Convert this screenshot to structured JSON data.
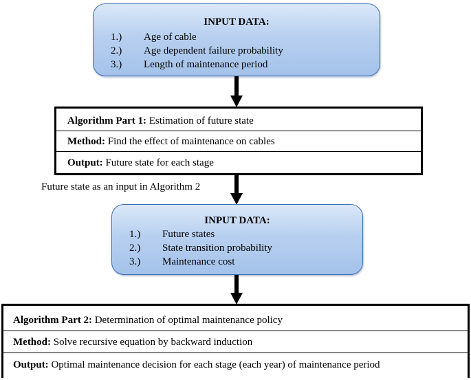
{
  "input1": {
    "title": "INPUT DATA:",
    "items": [
      {
        "num": "1.)",
        "text": "Age of cable"
      },
      {
        "num": "2.)",
        "text": "Age dependent failure probability"
      },
      {
        "num": "3.)",
        "text": "Length of maintenance period"
      }
    ]
  },
  "algorithm1": {
    "rows": [
      {
        "label": "Algorithm Part 1:",
        "text": " Estimation of future state"
      },
      {
        "label": "Method:",
        "text": " Find the effect of maintenance on cables"
      },
      {
        "label": "Output:",
        "text": " Future state for each stage"
      }
    ]
  },
  "note": "Future state as an input in Algorithm 2",
  "input2": {
    "title": "INPUT DATA:",
    "items": [
      {
        "num": "1.)",
        "text": "Future states"
      },
      {
        "num": "2.)",
        "text": "State transition probability"
      },
      {
        "num": "3.)",
        "text": "Maintenance cost"
      }
    ]
  },
  "algorithm2": {
    "rows": [
      {
        "label": "Algorithm Part 2:",
        "text": " Determination of optimal maintenance policy"
      },
      {
        "label": "Method:",
        "text": " Solve recursive equation by backward induction"
      },
      {
        "label": "Output:",
        "text": " Optimal maintenance decision for each stage (each year) of maintenance period"
      }
    ]
  },
  "colors": {
    "input_border": "#3d6fb5",
    "input_fill": "#b8d0f0",
    "arrow": "#000000"
  }
}
